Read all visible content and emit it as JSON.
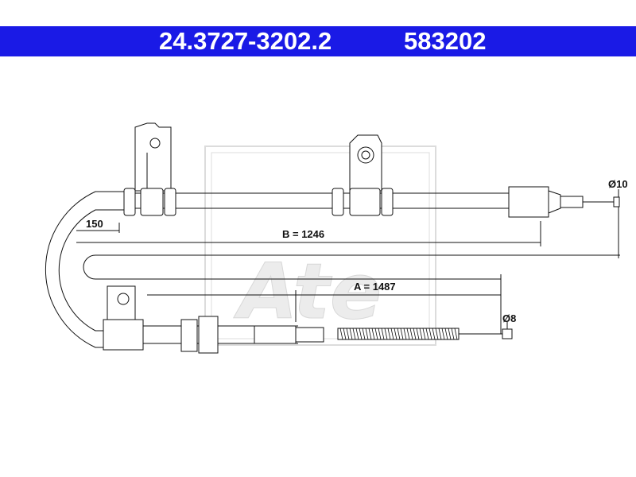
{
  "header": {
    "part_number": "24.3727-3202.2",
    "ref_number": "583202",
    "background": "#1a1ae6",
    "text_color": "#ffffff"
  },
  "dimensions": {
    "offset_150": "150",
    "length_b": "B = 1246",
    "length_a": "A = 1487",
    "diameter_10": "Ø10",
    "diameter_8": "Ø8"
  },
  "watermark": {
    "text": "Ate",
    "color": "#d8d8d8"
  }
}
